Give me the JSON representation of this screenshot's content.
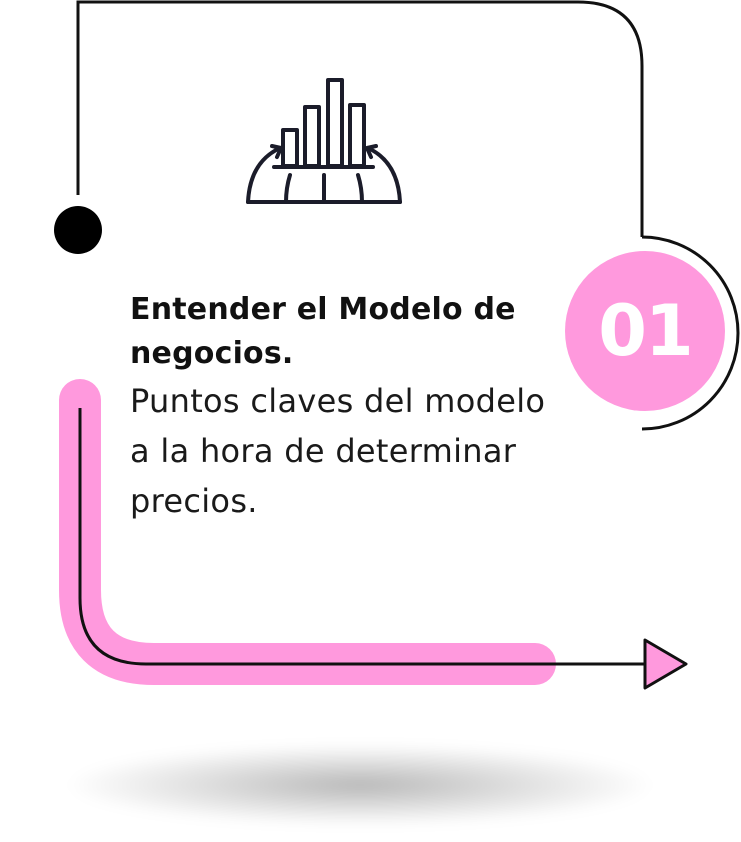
{
  "card": {
    "title": "Entender el Modelo de negocios.",
    "description": "Puntos claves del modelo a la hora de determinar precios.",
    "step_number": "01"
  },
  "colors": {
    "accent_pink": "#FF99DD",
    "line_dark": "#111111",
    "icon_stroke": "#1b1c2a"
  },
  "icon": "bar-chart-globe-icon"
}
